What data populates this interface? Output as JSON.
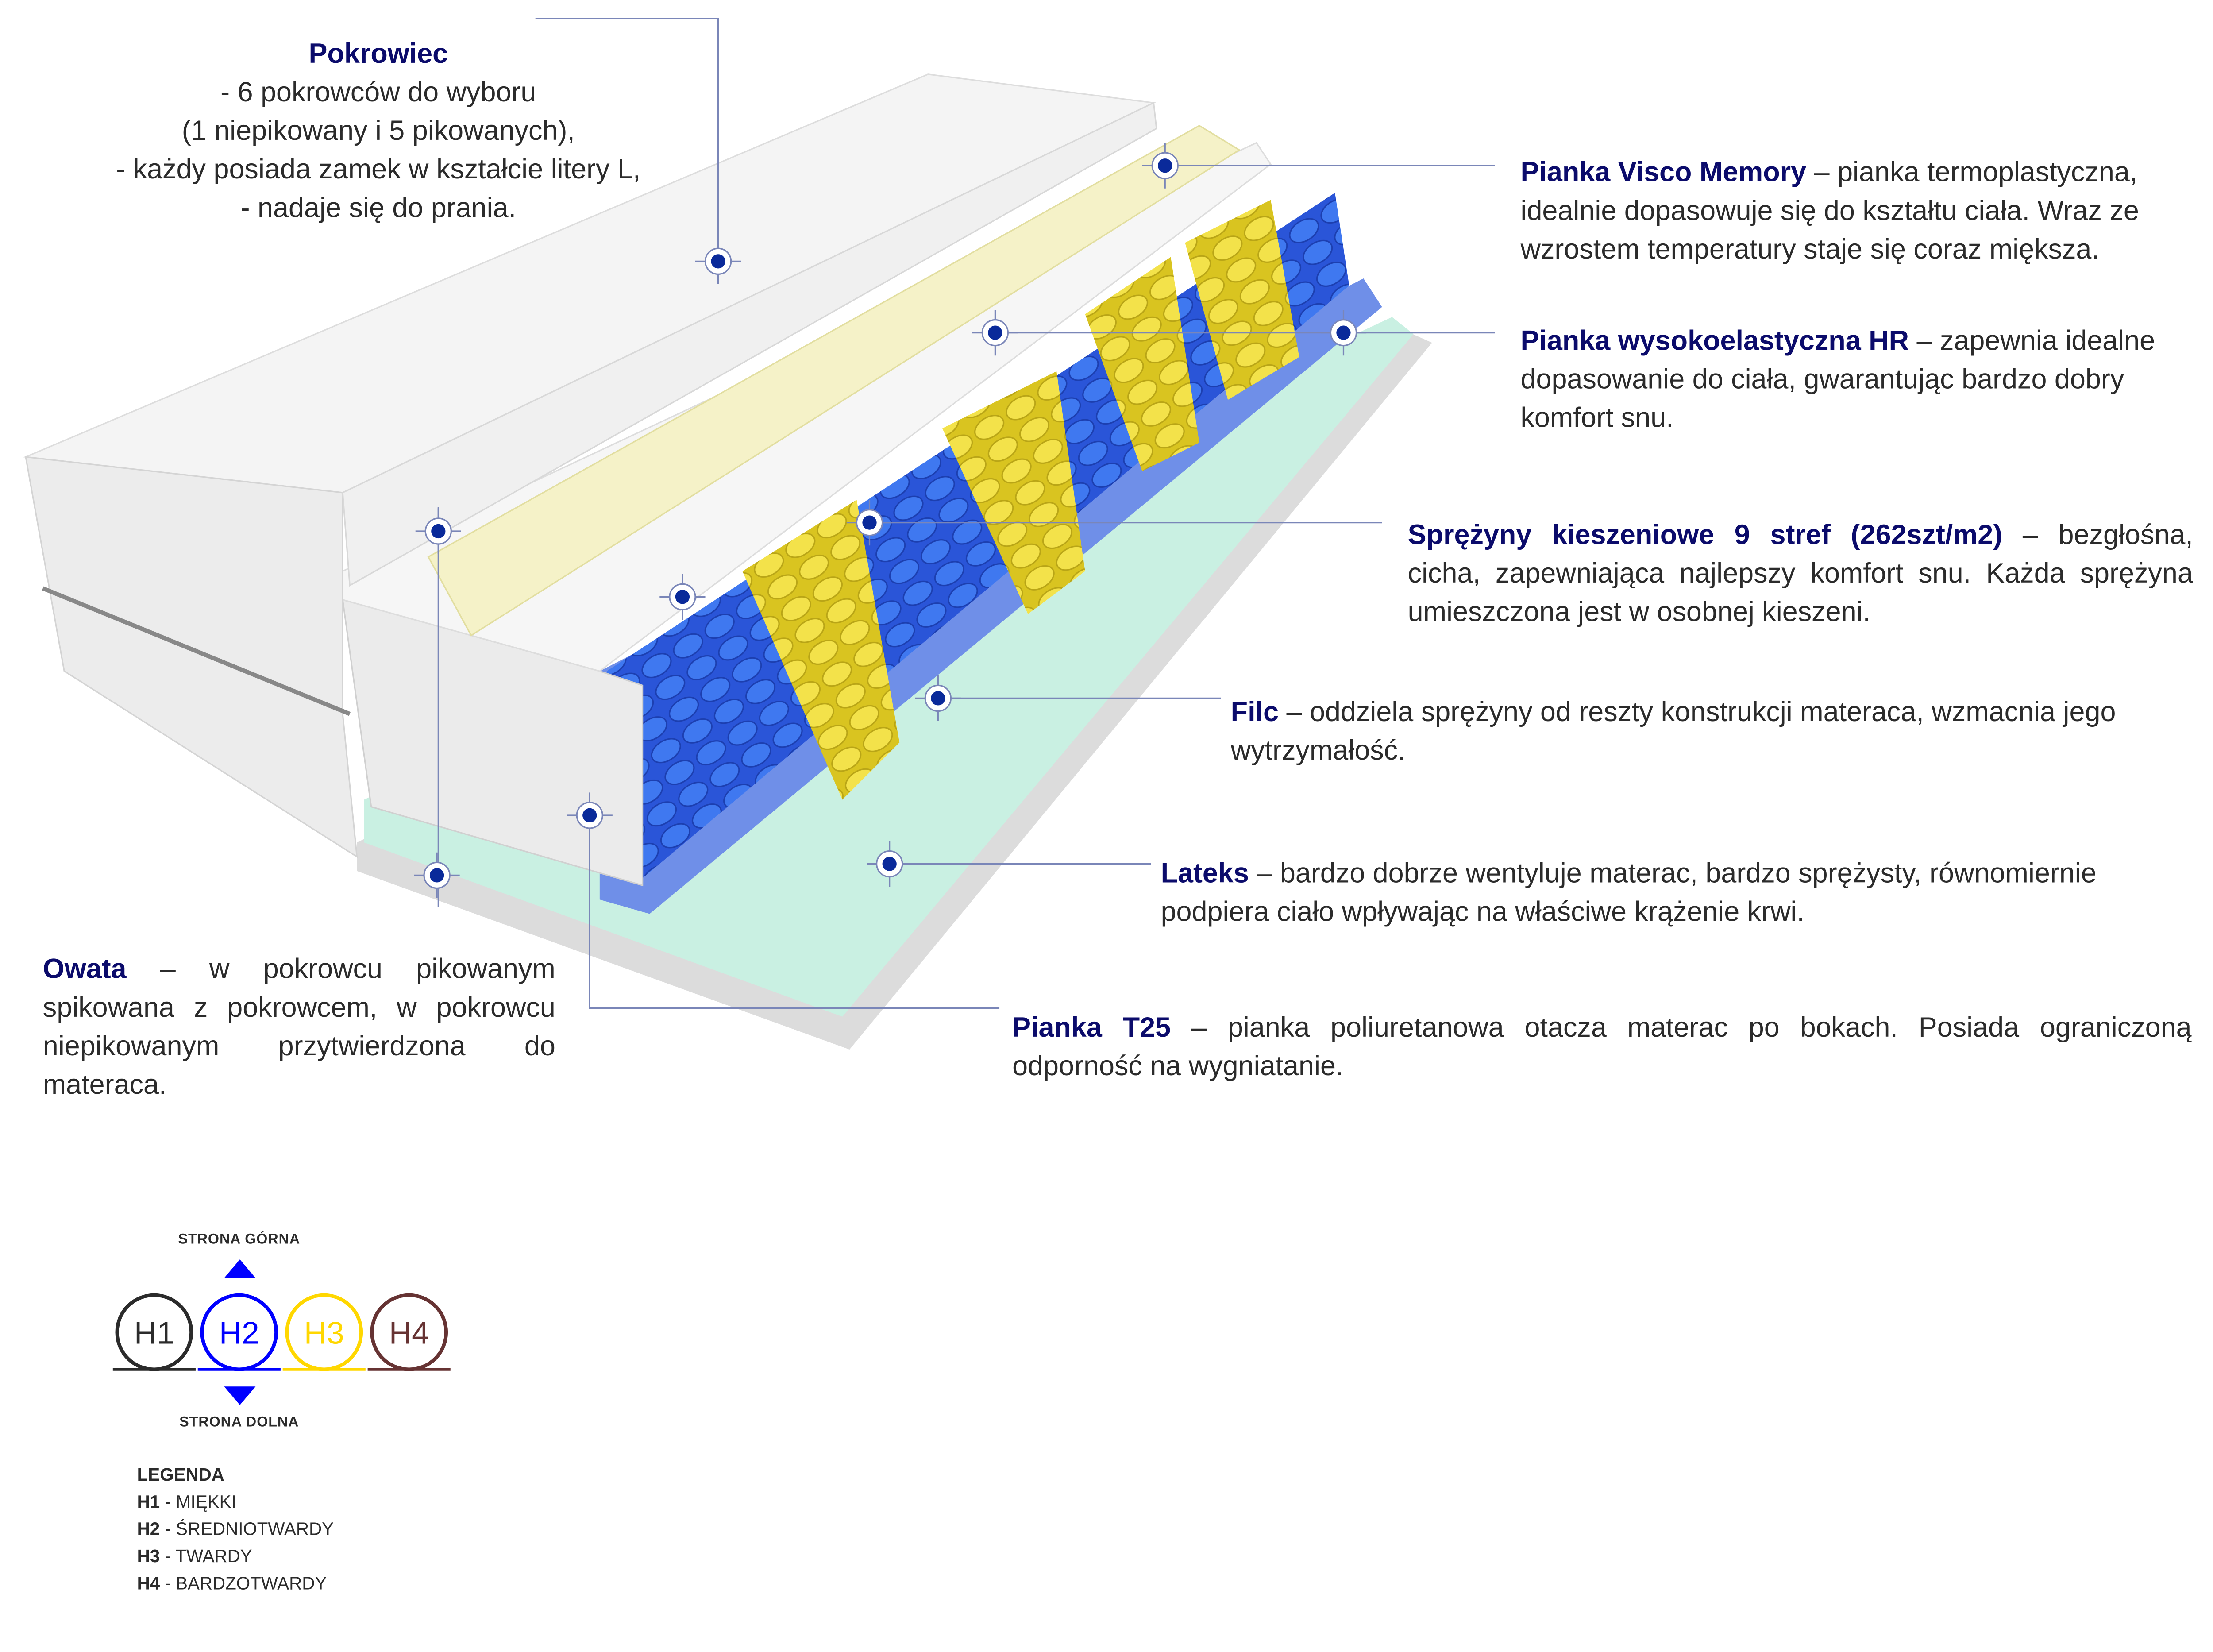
{
  "callouts": {
    "pokrowiec": {
      "title": "Pokrowiec",
      "lines": [
        "- 6 pokrowców do wyboru",
        "(1 niepikowany i 5 pikowanych),",
        "-  każdy posiada zamek w kształcie litery L,",
        "- nadaje się do prania."
      ]
    },
    "visco": {
      "title": "Pianka Visco Memory",
      "text": " – pianka termoplastyczna, idealnie dopasowuje się do kształtu ciała. Wraz ze wzrostem temperatury staje się coraz miększa."
    },
    "hr": {
      "title": "Pianka wysokoelastyczna HR",
      "text": " – zapewnia idealne dopasowanie do ciała, gwarantując bardzo dobry komfort snu."
    },
    "sprezyny": {
      "title": "Sprężyny kieszeniowe 9 stref (262szt/m2)",
      "text": " – bezgłośna, cicha, zapewniająca najlepszy komfort snu. Każda sprężyna umieszczona jest w osobnej kieszeni."
    },
    "filc": {
      "title": "Filc",
      "text": " – oddziela sprężyny od reszty konstrukcji materaca, wzmacnia jego wytrzymałość."
    },
    "lateks": {
      "title": "Lateks",
      "text": "  – bardzo dobrze wentyluje materac, bardzo sprężysty, równomiernie podpiera ciało wpływając na właściwe krążenie krwi."
    },
    "t25": {
      "title": "Pianka T25",
      "text": " – pianka poliuretanowa otacza materac po bokach. Posiada ograniczoną odporność na wygniatanie."
    },
    "owata": {
      "title": "Owata",
      "text": " – w pokrowcu pikowanym spikowana z pokrowcem, w pokrowcu niepikowanym przytwierdzona do materaca."
    }
  },
  "hardness": {
    "top_label": "STRONA GÓRNA",
    "bottom_label": "STRONA DOLNA",
    "circles": [
      {
        "label": "H1",
        "color": "#2b2b2b"
      },
      {
        "label": "H2",
        "color": "#0000ff"
      },
      {
        "label": "H3",
        "color": "#ffd700"
      },
      {
        "label": "H4",
        "color": "#663333"
      }
    ],
    "selected": "H2",
    "legend_title": "LEGENDA",
    "legend": [
      {
        "code": "H1",
        "sep": " - ",
        "desc": "MIĘKKI"
      },
      {
        "code": "H2",
        "sep": " - ",
        "desc": "ŚREDNIOTWARDY"
      },
      {
        "code": "H3",
        "sep": " - ",
        "desc": "TWARDY"
      },
      {
        "code": "H4",
        "sep": " - ",
        "desc": "BARDZOTWARDY"
      }
    ]
  },
  "colors": {
    "heading": "#0b0b6b",
    "marker": "#0a2a9a",
    "leader": "#7a86b8"
  }
}
